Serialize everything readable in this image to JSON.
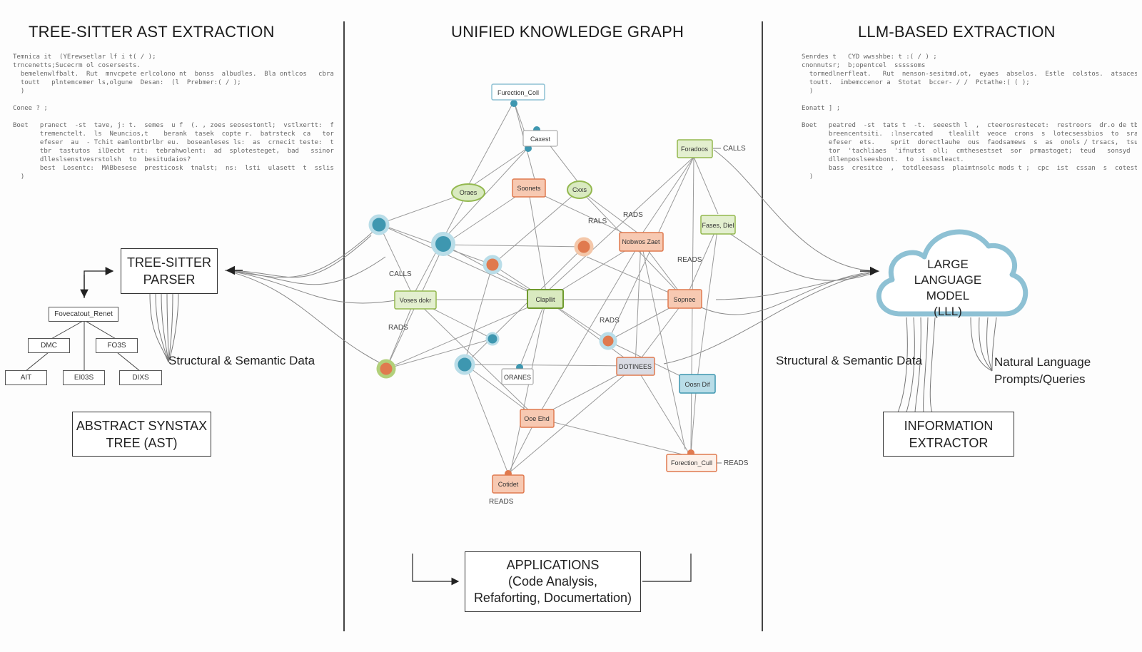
{
  "titles": {
    "left": "TREE-SITTER AST EXTRACTION",
    "center": "UNIFIED KNOWLEDGE GRAPH",
    "right": "LLM-BASED EXTRACTION"
  },
  "left": {
    "code_lines": [
      "Temnica it  (YErewsetlar lf i t( / );",
      "trncenetts;Sucecrm ol cosersests.",
      "  bemelenwlfbalt.  Rut  mnvcpete erlcolono nt  bonss  albudles.  Bla ontlcos   cbrans.  acts_  ??;",
      "  toutt   plntemcemer ls,olgune  Desan:  (l  Prebmer:( / );",
      "  )",
      "",
      "Conee ? ;",
      "",
      "Boet   pranect  -st  tave, j: t.  semes  u f  (. , zoes seosestontl;  vstlxertt:  fe taib tlav  of  ervets  calcaon,  boeft:",
      "       tremenctelt.  ls  Neuncios,t    berank  tasek  copte r.  batrsteck  ca   toremasstcer  Ldoortors",
      "       efeser  au  - Tchit eamlontbrlbr eu.  boseanleses ls:  as  crnecit teste:  trars  we  monats  synat?",
      "       tbr  tastutos  ilDecbt  rit:  tebrahwolent:  ad  splotesteget,  bad   ssinorys  testsing  t  rsrak  Itessations  el",
      "       dlleslsenstvesrstolsh  to  besitudaios?",
      "       best  Losentc:  MABbesese  presticosk  tnalst;  ns:  lsti  ulasett  t  sslisse.",
      "  )"
    ],
    "parser_box": "TREE-SITTER\nPARSER",
    "ast_root": "Fovecatout_Renet",
    "ast_l1": [
      "DMC",
      "FO3S"
    ],
    "ast_l2": [
      "AIT",
      "EI03S",
      "DIXS"
    ],
    "data_label": "Structural & Semantic Data",
    "ast_box": "ABSTRACT SYNSTAX\nTREE (AST)"
  },
  "center": {
    "nodes": {
      "function_call_top": "Furection_Coll",
      "caxest": "Caxest",
      "foradoos": "Foradoos",
      "oraes": "Oraes",
      "soonets": "Soonets",
      "cxxs": "Cxxs",
      "fases_diel": "Fases, Diel",
      "nobwos_zaet": "Nobwos Zaet",
      "voses_dokr": "Voses dokr",
      "clapllit": "Clapllit",
      "sopnee": "Sopnee",
      "dotinees": "DOTINEES",
      "oranes": "ORANES",
      "oosn_dif": "Oosn Dif",
      "ooe_ehd": "Ooe Ehd",
      "forection_cull": "Forection_Cull",
      "cotidet": "Cotidet"
    },
    "edge_labels": {
      "calls_top": "CALLS",
      "rads_top": "RADS",
      "rals": "RALS",
      "reads_mid": "READS",
      "calls_left": "CALLS",
      "rads_left": "RADS",
      "rads_mid": "RADS",
      "reads_bottom": "READS",
      "reads_right": "READS"
    },
    "app_box": "APPLICATIONS\n(Code Analysis,\nRefaforting, Documertation)"
  },
  "right": {
    "code_lines": [
      "Senrdes t   CYD wwsshbe: t :( / ) ;",
      "cnonnutsr;  b;opentcel  sssssoms",
      "  tormedlnerfleat.   Rut  nenson-sesitmd.ot,  eyaes  abselos.  Estle  colstos.  atsaces.  asts_ ??;",
      "  toutt.  imbemccenor a  Stotat  bccer- / /  Pctathe:( ( );",
      "  )",
      "",
      "Eonatt ] ;",
      "",
      "Boet   peatred  -st  tats t  -t.  seeesth l  ,  cteerosrestecet:  restroors  dr.o de tbir  of  dovno  adloon,  traef ,",
      "       breencentsiti.  :lnsercated    tlealilt  veoce  crons  s  lotecsessbios  to  srarsersel   Llbnestcs",
      "       efeser  ets.    sprit  dorectlauhe  ous  faodsamews  s  as  onols / trsacs,  tsus  na  seanalis tedlis.?",
      "       tor  'tachliaes  'ifnutst  oll;  cmthesestset  sor  prmastoget;  teud   sonsyd  tasldong a  seete  lhassations  el",
      "       dllenposlseesbont.  to  issmcleact.",
      "       bass  cresitce  ,  totdleesass  plaimtnsolc mods t ;  cpc  ist  cssan  s  cotest.",
      "  )"
    ],
    "cloud_text": "LARGE\nLANGUAGE MODEL\n(LLL)",
    "data_label": "Structural & Semantic Data",
    "nl_label": "Natural Language\nPrompts/Queries",
    "extractor_box": "INFORMATION\nEXTRACTOR"
  },
  "colors": {
    "green": "#93b84f",
    "orange": "#e07a4f",
    "teal": "#3e97b0",
    "blue_light": "#b9dde8",
    "cloud": "#8ec1d4"
  }
}
